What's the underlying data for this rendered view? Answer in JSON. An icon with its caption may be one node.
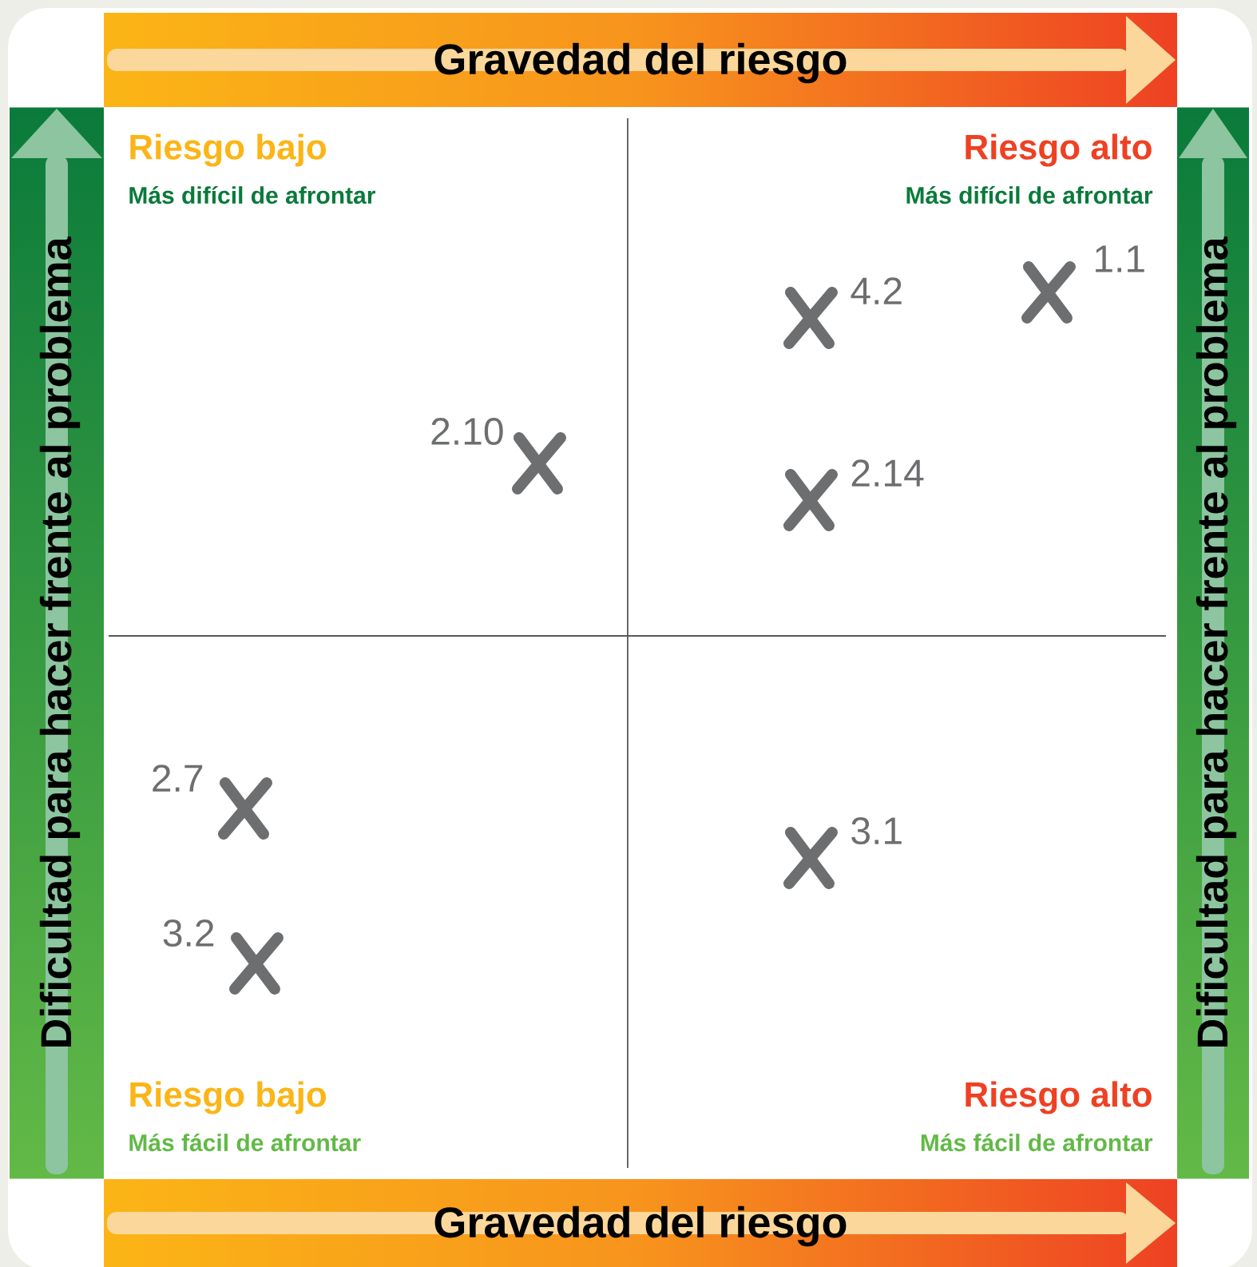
{
  "diagram": {
    "nodes": [
      {
        "text": [
          "Gravedad del riesgo"
        ]
      },
      {
        "text": [
          "Dificultad para hacer frente al problema"
        ]
      },
      {
        "text": [
          "Riesgo bajo",
          "Más difícil de afrontar"
        ]
      },
      {
        "text": [
          "Riesgo alto",
          "Más difícil de afrontar"
        ]
      },
      {
        "text": [
          "Dificultad para hacer frente al problema"
        ]
      },
      {
        "text": [
          "Riesgo bajo",
          "Más fácil de afrontar"
        ]
      },
      {
        "text": [
          "Riesgo alto",
          "Más fácil de afrontar"
        ]
      },
      {
        "text": [
          "Gravedad del riesgo"
        ]
      }
    ],
    "labels": [
      "1.1",
      "4.2",
      "2.10",
      "2.14",
      "2.7",
      "3.1",
      "3.2"
    ]
  }
}
